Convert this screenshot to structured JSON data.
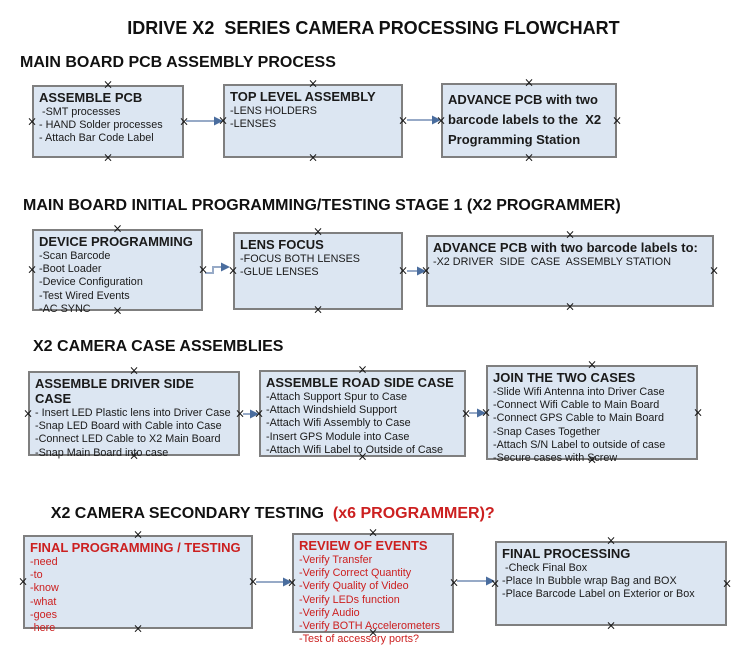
{
  "title": "IDRIVE X2  SERIES CAMERA PROCESSING FLOWCHART",
  "colors": {
    "box_fill": "#dce6f2",
    "box_border": "#7f7f7f",
    "red_text": "#cc2020",
    "arrow_line": "#97aac7",
    "arrow_head": "#4a6d9e"
  },
  "anchor_marker_glyph": "×",
  "sections": [
    {
      "heading": "MAIN BOARD PCB ASSEMBLY PROCESS",
      "boxes": [
        {
          "title": "ASSEMBLE PCB",
          "lines": [
            " -SMT processes",
            "- HAND Solder processes",
            "- Attach Bar Code Label"
          ]
        },
        {
          "title": "TOP LEVEL ASSEMBLY",
          "lines": [
            "-LENS HOLDERS",
            "-LENSES"
          ]
        },
        {
          "title": "ADVANCE PCB with two barcode labels to the  X2 Programming Station",
          "lines": []
        }
      ]
    },
    {
      "heading": "MAIN BOARD INITIAL PROGRAMMING/TESTING STAGE 1 (X2 PROGRAMMER)",
      "boxes": [
        {
          "title": "DEVICE PROGRAMMING",
          "lines": [
            "-Scan Barcode",
            "-Boot Loader",
            "-Device Configuration",
            "-Test Wired Events",
            "-AC SYNC"
          ]
        },
        {
          "title": "LENS FOCUS",
          "lines": [
            "-FOCUS BOTH LENSES",
            "-GLUE LENSES"
          ]
        },
        {
          "title": "ADVANCE PCB with two barcode labels to:",
          "lines": [
            "-X2 DRIVER  SIDE  CASE  ASSEMBLY STATION"
          ]
        }
      ]
    },
    {
      "heading": "X2 CAMERA CASE ASSEMBLIES",
      "boxes": [
        {
          "title": "ASSEMBLE DRIVER SIDE CASE",
          "lines": [
            "- Insert LED Plastic lens into Driver Case",
            "-Snap LED Board with Cable into Case",
            "-Connect LED Cable to X2 Main Board",
            "-Snap Main Board into case"
          ]
        },
        {
          "title": "ASSEMBLE ROAD SIDE CASE",
          "lines": [
            "-Attach Support Spur to Case",
            "-Attach Windshield Support",
            "-Attach Wifi Assembly to Case",
            "-Insert GPS Module into Case",
            "-Attach Wifi Label to Outside of Case"
          ]
        },
        {
          "title": "JOIN THE TWO CASES",
          "lines": [
            "-Slide Wifi Antenna into Driver Case",
            "-Connect Wifi Cable to Main Board",
            "-Connect GPS Cable to Main Board",
            "-Snap Cases Together",
            "-Attach S/N Label to outside of case",
            "-Secure cases with Screw"
          ]
        }
      ]
    },
    {
      "heading": "X2 CAMERA SECONDARY TESTING",
      "heading_red": "  (x6 PROGRAMMER)?",
      "boxes": [
        {
          "title": "FINAL PROGRAMMING / TESTING",
          "lines": [
            "-need",
            "-to",
            "-know",
            "-what",
            "-goes",
            "-here"
          ]
        },
        {
          "title": "REVIEW OF EVENTS",
          "lines": [
            "-Verify Transfer",
            "-Verify Correct Quantity",
            "-Verify Quality of Video",
            "-Verify LEDs function",
            "-Verify Audio",
            "-Verify BOTH Accelerometers",
            "-Test of accessory ports?"
          ]
        },
        {
          "title": "FINAL PROCESSING",
          "lines": [
            " -Check Final Box",
            "-Place In Bubble wrap Bag and BOX",
            "-Place Barcode Label on Exterior or Box"
          ]
        }
      ]
    }
  ]
}
